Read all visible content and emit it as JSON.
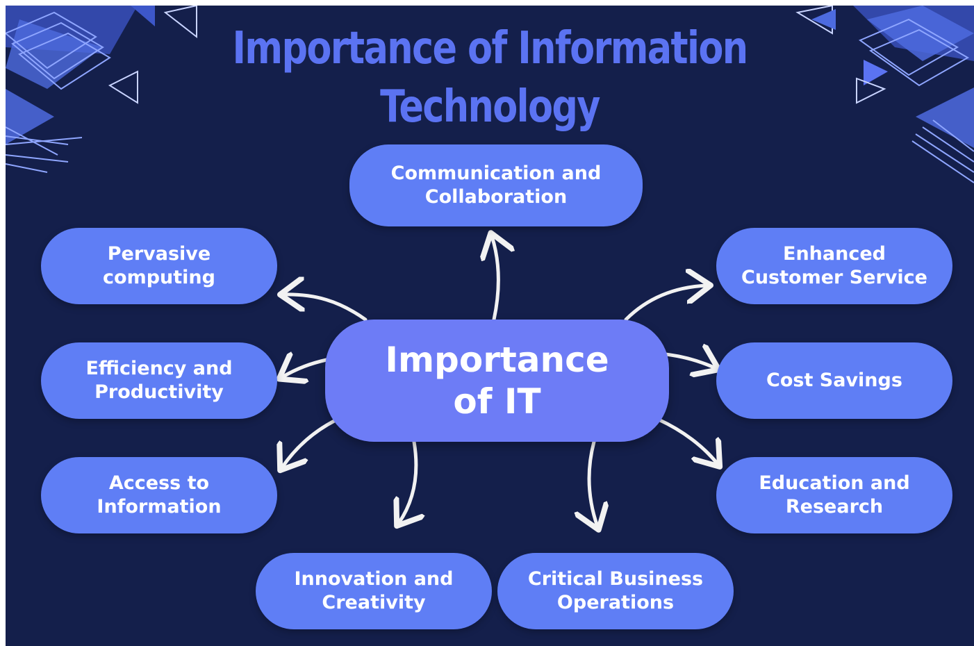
{
  "title": {
    "line1": "Importance of Information",
    "line2": "Technology"
  },
  "center": {
    "line1": "Importance",
    "line2": "of IT"
  },
  "nodes": {
    "communication": {
      "line1": "Communication and",
      "line2": "Collaboration"
    },
    "pervasive": {
      "line1": "Pervasive",
      "line2": "computing"
    },
    "efficiency": {
      "line1": "Efficiency and",
      "line2": "Productivity"
    },
    "access": {
      "line1": "Access to",
      "line2": "Information"
    },
    "innovation": {
      "line1": "Innovation and",
      "line2": "Creativity"
    },
    "critical": {
      "line1": "Critical Business",
      "line2": "Operations"
    },
    "customer": {
      "line1": "Enhanced",
      "line2": "Customer Service"
    },
    "cost": {
      "line1": "Cost Savings"
    },
    "education": {
      "line1": "Education and",
      "line2": "Research"
    }
  },
  "colors": {
    "background": "#141f4b",
    "title": "#5b73f2",
    "node": "#5f7ef5",
    "center": "#6d7cf6",
    "arrow": "#f2f2f2",
    "text": "#ffffff"
  }
}
